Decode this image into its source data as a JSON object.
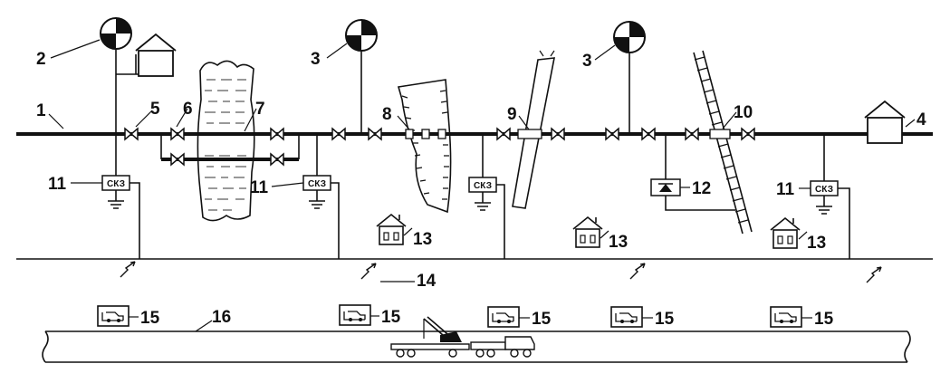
{
  "diagram": {
    "labels": {
      "n1": "1",
      "n2": "2",
      "n3a": "3",
      "n3b": "3",
      "n4": "4",
      "n5": "5",
      "n6": "6",
      "n7": "7",
      "n8": "8",
      "n9": "9",
      "n10": "10",
      "n11a": "11",
      "n11b": "11",
      "n11c": "11",
      "n12": "12",
      "n13a": "13",
      "n13b": "13",
      "n13c": "13",
      "n14": "14",
      "n15a": "15",
      "n15b": "15",
      "n15c": "15",
      "n15d": "15",
      "n15e": "15",
      "n16": "16"
    },
    "skz_text": "СКЗ",
    "icons": {
      "station": "radio-station-icon",
      "building": "house-icon",
      "valve": "gate-valve-icon",
      "rectifier": "diode-icon",
      "ground": "ground-icon",
      "lightning": "radio-link-icon",
      "vehicle": "crane-truck-icon"
    }
  }
}
